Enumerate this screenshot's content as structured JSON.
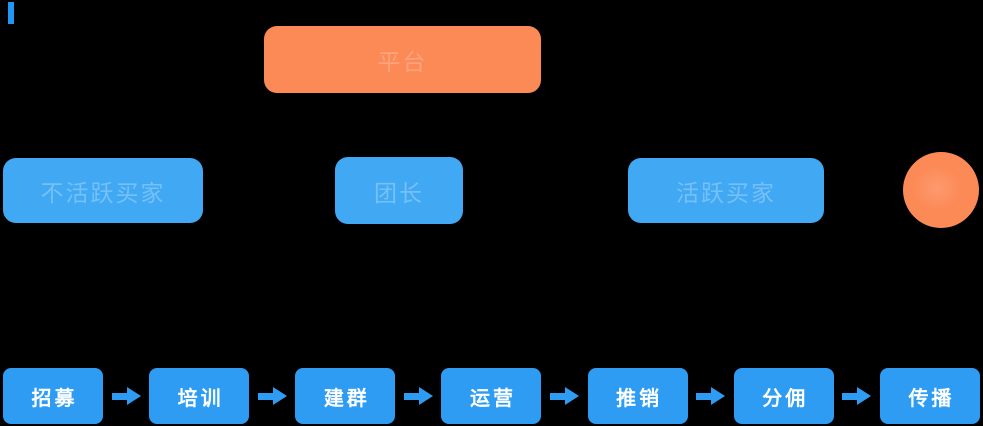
{
  "canvas": {
    "background": "#000000"
  },
  "cursor_bar": {
    "color": "#2196F3"
  },
  "diagram": {
    "platform_box": {
      "label": "平台",
      "color": "#FC8A57",
      "label_opacity": "0.22"
    },
    "middle_row": {
      "box_color": "#41A8F4",
      "label_opacity": "0.28",
      "items": [
        {
          "label": "不活跃买家"
        },
        {
          "label": "团长"
        },
        {
          "label": "活跃买家"
        }
      ]
    },
    "circle": {
      "color": "#FC8A57"
    },
    "flow": {
      "box_color": "#2D9CF2",
      "arrow_color": "#2D9CF2",
      "text_color": "#FFFFFF",
      "steps": [
        {
          "label": "招募"
        },
        {
          "label": "培训"
        },
        {
          "label": "建群"
        },
        {
          "label": "运营"
        },
        {
          "label": "推销"
        },
        {
          "label": "分佣"
        },
        {
          "label": "传播"
        }
      ]
    }
  }
}
